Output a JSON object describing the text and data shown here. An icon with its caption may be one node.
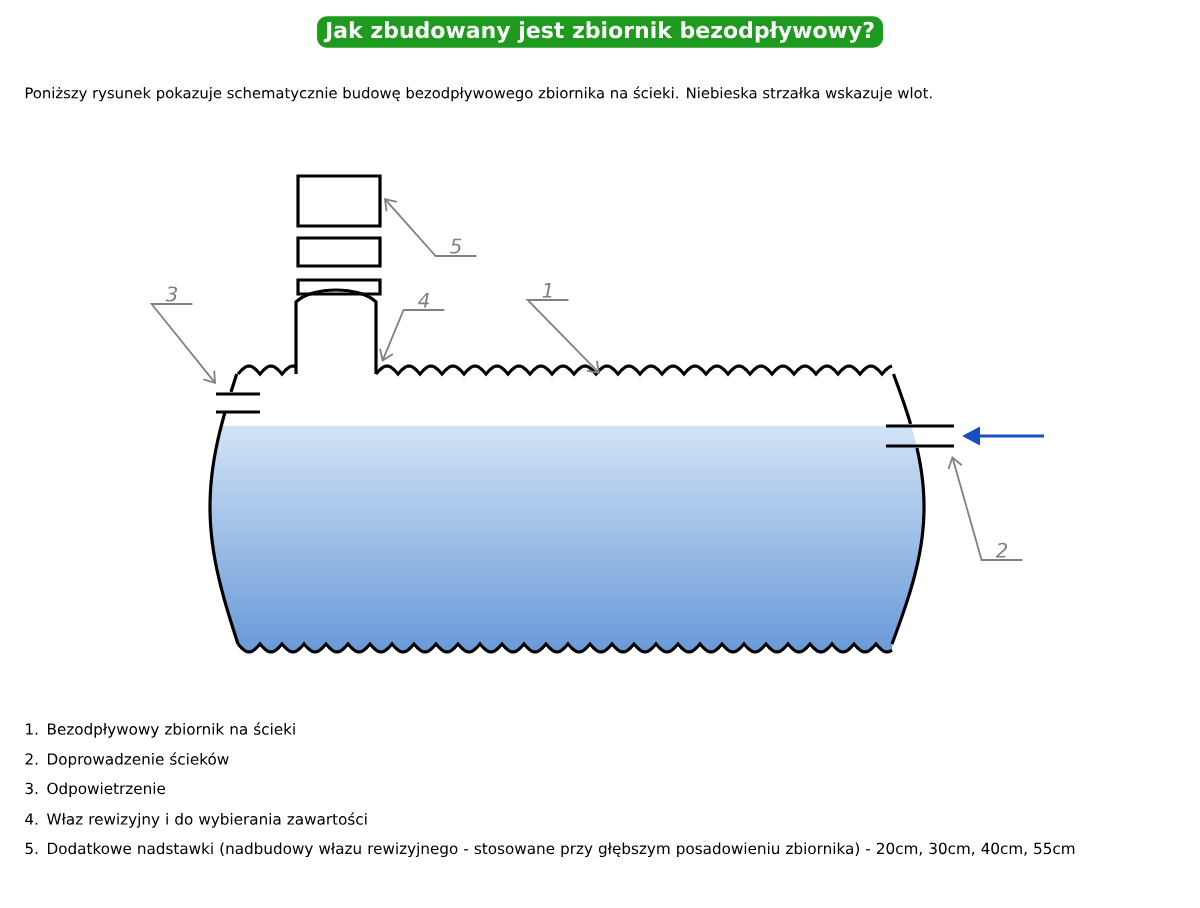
{
  "diagram": {
    "title": "Jak zbudowany jest zbiornik bezodpływowy?",
    "nodes": [
      {
        "text": [
          "5"
        ]
      },
      {
        "text": [
          "3"
        ]
      },
      {
        "text": [
          "4"
        ]
      },
      {
        "text": [
          "1"
        ]
      },
      {
        "text": [
          "2"
        ]
      }
    ],
    "edges": [
      {
        "from": 0,
        "to": null,
        "arrow": "to"
      },
      {
        "from": 1,
        "to": null,
        "arrow": "to"
      },
      {
        "from": 2,
        "to": null,
        "arrow": "to"
      },
      {
        "from": 3,
        "to": null,
        "arrow": "to"
      },
      {
        "from": 4,
        "to": null,
        "arrow": "to"
      }
    ],
    "labels": [
      "Poniższy rysunek pokazuje schematycznie budowę bezodpływowego zbiornika na ścieki. Niebieska strzałka wskazuje wlot.",
      "1. Bezodpływowy zbiornik na ścieki",
      "2. Doprowadzenie ścieków",
      "3. Odpowietrzenie",
      "4. Właz rewizyjny i do wybierania zawartości",
      "5. Dodatkowe nadstawki (nadbudowy włazu rewizyjnego - stosowane przy głębszym posadowieniu zbiornika) - 20cm, 30cm, 40cm, 55cm"
    ]
  }
}
